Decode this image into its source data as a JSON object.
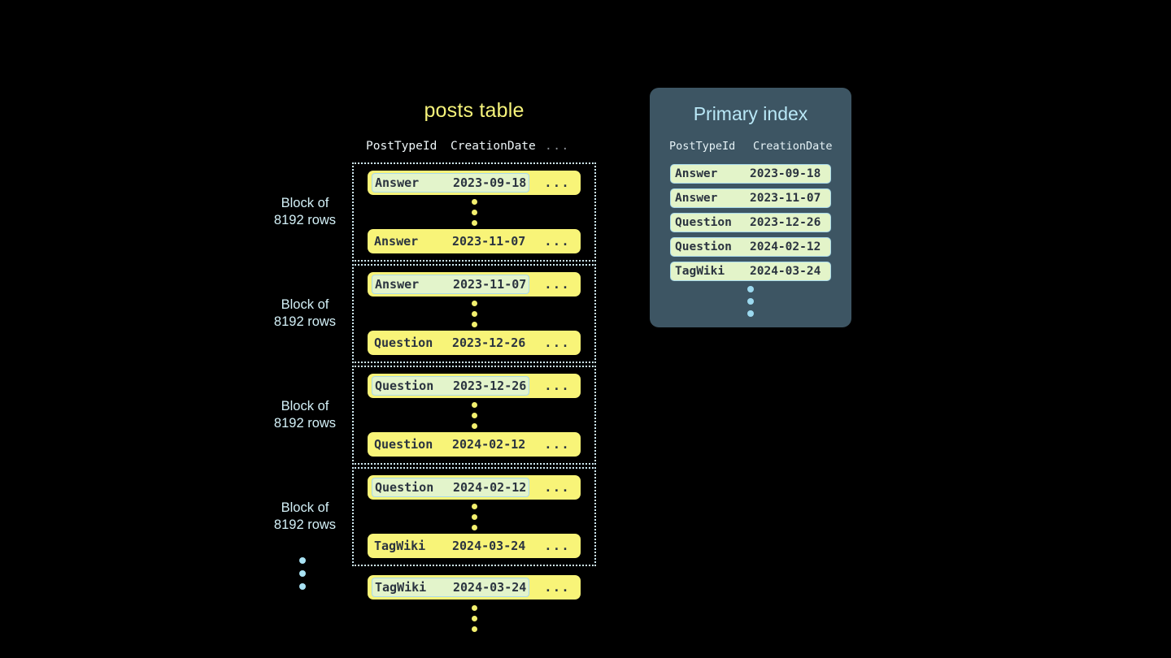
{
  "background_color": "#000000",
  "colors": {
    "row_yellow": "#f8f478",
    "highlight_green": "#e3f4cb",
    "highlight_border": "#a9d9ea",
    "dark_text": "#2b3440",
    "title_yellow": "#f6f37a",
    "panel_bg": "#3d5563",
    "panel_title": "#b9e8f7",
    "label_cyan": "#d3f0f7",
    "dotted_border": "#cfe9f2",
    "dot_yellow": "#f2ef6e",
    "dot_blue": "#a9e2f3"
  },
  "posts_table": {
    "title": "posts table",
    "columns": {
      "post_type_id": "PostTypeId",
      "creation_date": "CreationDate",
      "ellipsis": "..."
    },
    "block_label": "Block of\n8192 rows",
    "block_label_line1": "Block of",
    "block_label_line2": "8192 rows",
    "row_ellipsis": "...",
    "blocks": [
      {
        "label_line1": "Block of",
        "label_line2": "8192 rows",
        "first_row": {
          "post_type_id": "Answer",
          "creation_date": "2023-09-18",
          "ellipsis": "...",
          "highlighted": true
        },
        "last_row": {
          "post_type_id": "Answer",
          "creation_date": "2023-11-07",
          "ellipsis": "...",
          "highlighted": false
        }
      },
      {
        "label_line1": "Block of",
        "label_line2": "8192 rows",
        "first_row": {
          "post_type_id": "Answer",
          "creation_date": "2023-11-07",
          "ellipsis": "...",
          "highlighted": true
        },
        "last_row": {
          "post_type_id": "Question",
          "creation_date": "2023-12-26",
          "ellipsis": "...",
          "highlighted": false
        }
      },
      {
        "label_line1": "Block of",
        "label_line2": "8192 rows",
        "first_row": {
          "post_type_id": "Question",
          "creation_date": "2023-12-26",
          "ellipsis": "...",
          "highlighted": true
        },
        "last_row": {
          "post_type_id": "Question",
          "creation_date": "2024-02-12",
          "ellipsis": "...",
          "highlighted": false
        }
      },
      {
        "label_line1": "Block of",
        "label_line2": "8192 rows",
        "first_row": {
          "post_type_id": "Question",
          "creation_date": "2024-02-12",
          "ellipsis": "...",
          "highlighted": true
        },
        "last_row": {
          "post_type_id": "TagWiki",
          "creation_date": "2024-03-24",
          "ellipsis": "...",
          "highlighted": false
        }
      }
    ],
    "trailing_row": {
      "post_type_id": "TagWiki",
      "creation_date": "2024-03-24",
      "ellipsis": "...",
      "highlighted": true
    }
  },
  "primary_index": {
    "title": "Primary index",
    "columns": {
      "post_type_id": "PostTypeId",
      "creation_date": "CreationDate"
    },
    "rows": [
      {
        "post_type_id": "Answer",
        "creation_date": "2023-09-18"
      },
      {
        "post_type_id": "Answer",
        "creation_date": "2023-11-07"
      },
      {
        "post_type_id": "Question",
        "creation_date": "2023-12-26"
      },
      {
        "post_type_id": "Question",
        "creation_date": "2024-02-12"
      },
      {
        "post_type_id": "TagWiki",
        "creation_date": "2024-03-24"
      }
    ]
  }
}
